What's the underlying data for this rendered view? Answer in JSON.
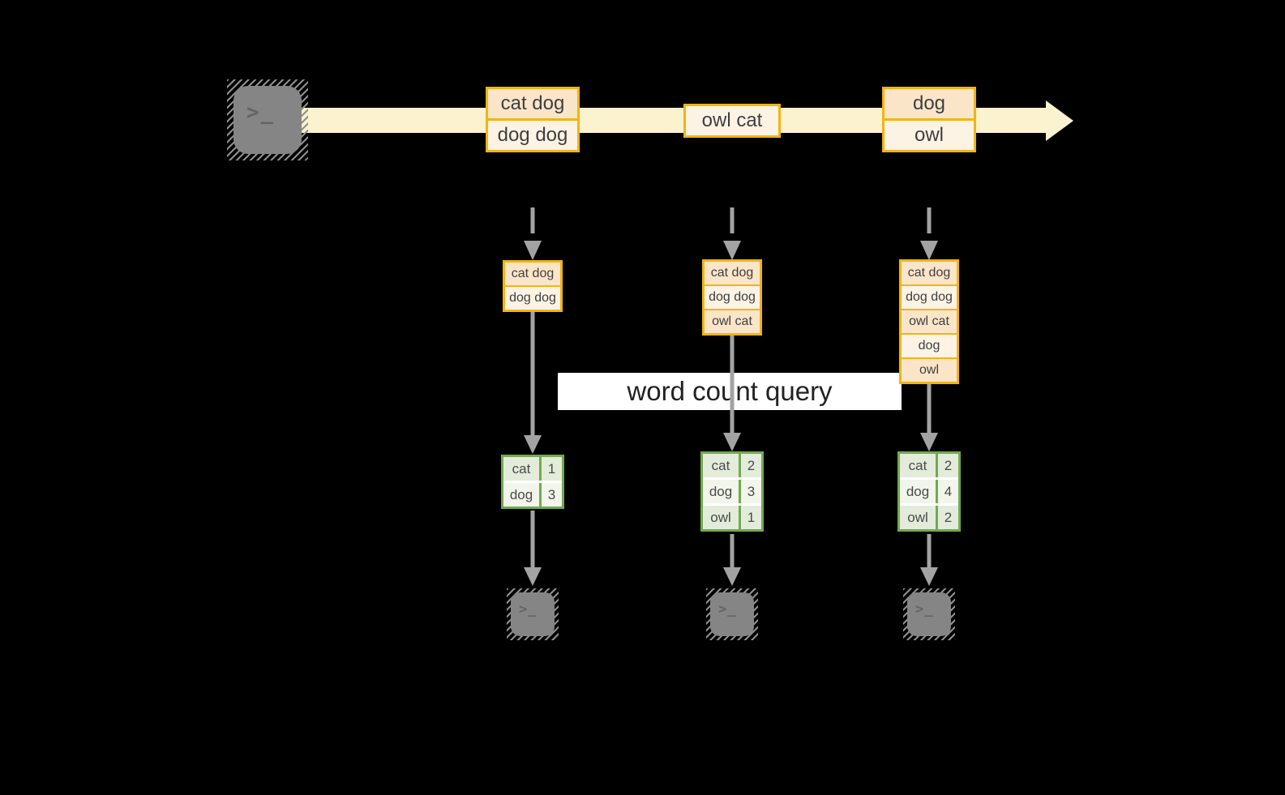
{
  "banner": {
    "label": "word count query"
  },
  "stream": {
    "events": [
      {
        "lines": [
          "cat dog",
          "dog dog"
        ]
      },
      {
        "lines": [
          "owl cat"
        ]
      },
      {
        "lines": [
          "dog",
          "owl"
        ]
      }
    ]
  },
  "columns": [
    {
      "buffer": [
        "cat dog",
        "dog dog"
      ],
      "counts": [
        {
          "word": "cat",
          "count": "1"
        },
        {
          "word": "dog",
          "count": "3"
        }
      ]
    },
    {
      "buffer": [
        "cat dog",
        "dog dog",
        "owl cat"
      ],
      "counts": [
        {
          "word": "cat",
          "count": "2"
        },
        {
          "word": "dog",
          "count": "3"
        },
        {
          "word": "owl",
          "count": "1"
        }
      ]
    },
    {
      "buffer": [
        "cat dog",
        "dog dog",
        "owl cat",
        "dog",
        "owl"
      ],
      "counts": [
        {
          "word": "cat",
          "count": "2"
        },
        {
          "word": "dog",
          "count": "4"
        },
        {
          "word": "owl",
          "count": "2"
        }
      ]
    }
  ],
  "icons": {
    "prompt_glyph": ">_"
  },
  "colors": {
    "background": "#000000",
    "stream_band": "#FBF2CF",
    "event_box_border": "#F2B411",
    "event_fill_dark": "#FAE5C9",
    "event_fill_light": "#FDF3E5",
    "count_table_border": "#74A94F",
    "count_fill_dark": "#E3ECDA",
    "count_fill_light": "#F1F5EB",
    "connector_gray": "#A3A3A3",
    "terminal_gray": "#858585",
    "banner_background": "#FFFFFF",
    "text": "#3F3F3F"
  }
}
